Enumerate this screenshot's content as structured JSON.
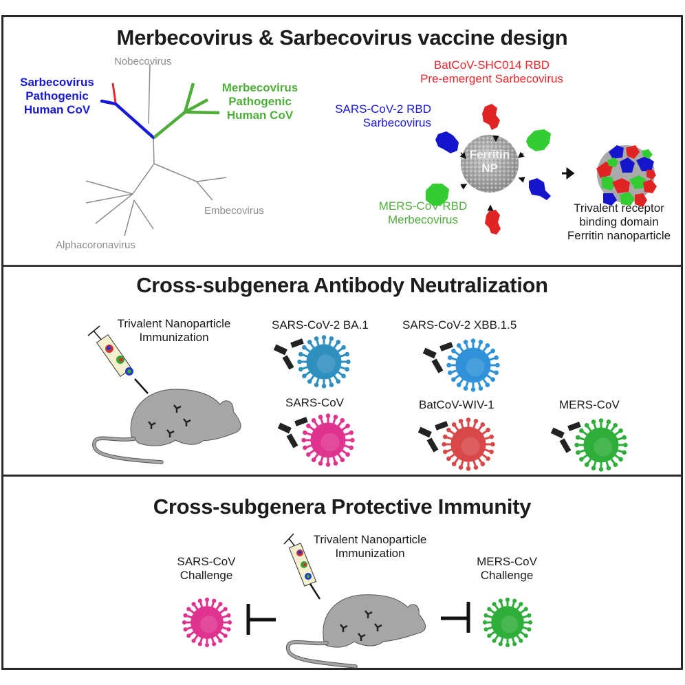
{
  "panels": [
    {
      "title": "Merbecovirus & Sarbecovirus vaccine design",
      "tree": {
        "labels": {
          "nobecovirus": "Nobecovirus",
          "embecovirus": "Embecovirus",
          "alphacoronavirus": "Alphacoronavirus",
          "sarbecovirus": [
            "Sarbecovirus",
            "Pathogenic",
            "Human CoV"
          ],
          "merbecovirus": [
            "Merbecovirus",
            "Pathogenic",
            "Human CoV"
          ]
        }
      },
      "assembly": {
        "shc014": [
          "BatCoV-SHC014 RBD",
          "Pre-emergent Sarbecovirus"
        ],
        "sars2": [
          "SARS-CoV-2 RBD",
          "Sarbecovirus"
        ],
        "mers": [
          "MERS-CoV RBD",
          "Merbecovirus"
        ],
        "core": [
          "Ferritin",
          "NP"
        ],
        "product": [
          "Trivalent receptor",
          "binding domain",
          "Ferritin nanoparticle"
        ]
      }
    },
    {
      "title": "Cross-subgenera Antibody Neutralization",
      "immunization": [
        "Trivalent Nanoparticle",
        "Immunization"
      ],
      "viruses": [
        {
          "label": "SARS-CoV-2 BA.1",
          "color": "#2f8fbf"
        },
        {
          "label": "SARS-CoV-2 XBB.1.5",
          "color": "#2f92d8"
        },
        {
          "label": "SARS-CoV",
          "color": "#e0338f"
        },
        {
          "label": "BatCoV-WIV-1",
          "color": "#d84848"
        },
        {
          "label": "MERS-CoV",
          "color": "#2fae3a"
        }
      ]
    },
    {
      "title": "Cross-subgenera Protective Immunity",
      "immunization": [
        "Trivalent Nanoparticle",
        "Immunization"
      ],
      "challenges": [
        {
          "label": [
            "SARS-CoV",
            "Challenge"
          ],
          "color": "#e0338f"
        },
        {
          "label": [
            "MERS-CoV",
            "Challenge"
          ],
          "color": "#2fae3a"
        }
      ]
    }
  ],
  "colors": {
    "sarbecovirus": "#1818d8",
    "merbecovirus": "#4fae3a",
    "pre_emergent": "#e8262b",
    "tree_gray": "#8c8c8c",
    "mouse": "#a6a6a6"
  }
}
